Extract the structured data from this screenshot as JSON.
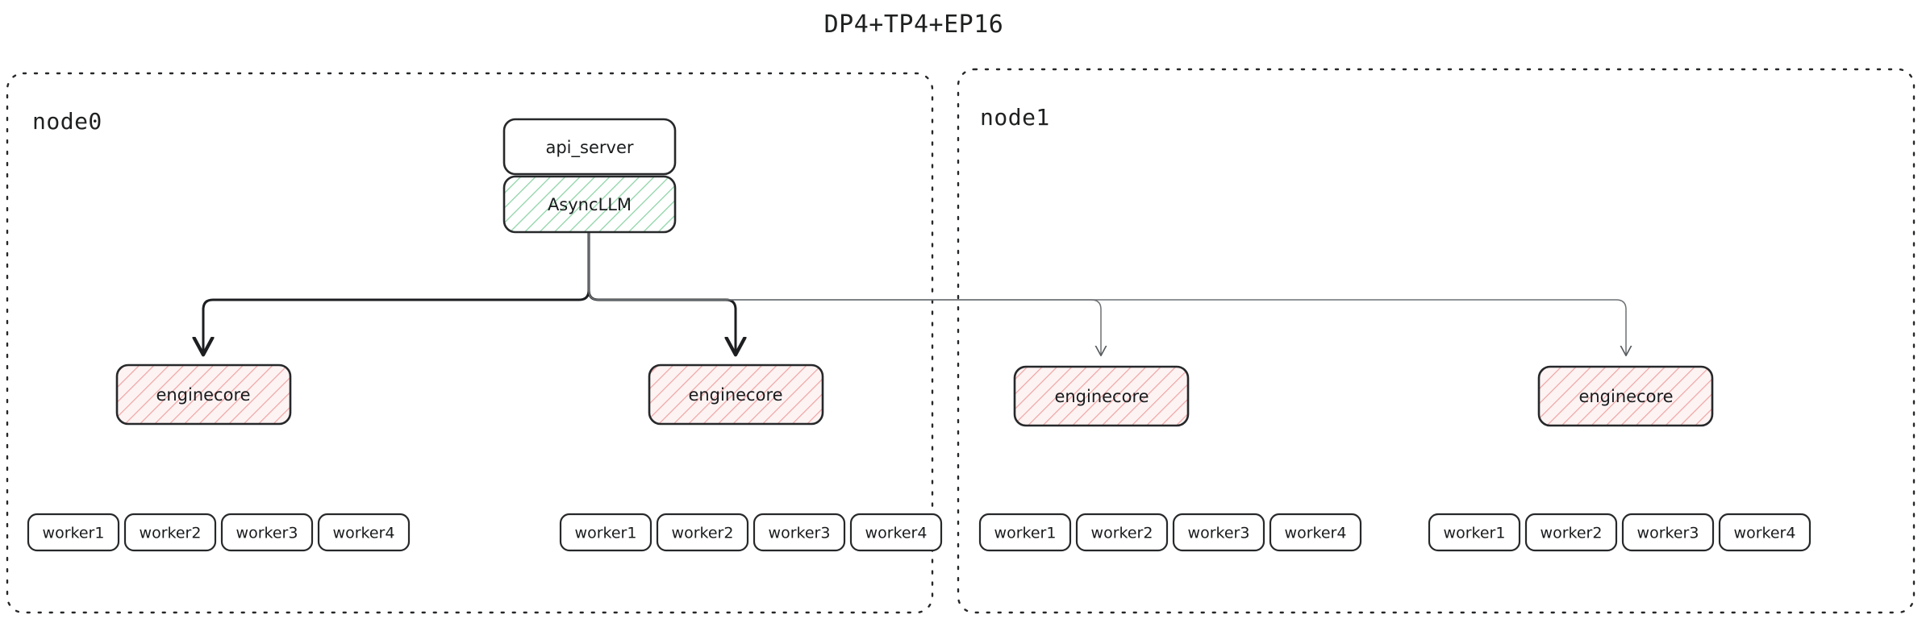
{
  "diagram": {
    "title": "DP4+TP4+EP16",
    "type": "flowchart",
    "colors": {
      "stroke": "#26282a",
      "hatch_green": "#8fd4a8",
      "hatch_pink": "#f0a0a0",
      "fill_pink_bg": "#fdf2f2",
      "fill_green_bg": "#ffffff",
      "edge_strong": "#1c1e20",
      "edge_weak": "#6d7174",
      "text": "#191b1d"
    },
    "clusters": [
      {
        "id": "node0",
        "label": "node0"
      },
      {
        "id": "node1",
        "label": "node1"
      }
    ],
    "nodes": {
      "api_server": {
        "label": "api_server",
        "style": "plain"
      },
      "async_llm": {
        "label": "AsyncLLM",
        "style": "green-hatch"
      },
      "enginecore_0": {
        "label": "enginecore",
        "style": "pink-hatch"
      },
      "enginecore_1": {
        "label": "enginecore",
        "style": "pink-hatch"
      },
      "enginecore_2": {
        "label": "enginecore",
        "style": "pink-hatch"
      },
      "enginecore_3": {
        "label": "enginecore",
        "style": "pink-hatch"
      }
    },
    "worker_groups": [
      {
        "id": "wg0",
        "cluster": "node0",
        "workers": [
          "worker1",
          "worker2",
          "worker3",
          "worker4"
        ]
      },
      {
        "id": "wg1",
        "cluster": "node0",
        "workers": [
          "worker1",
          "worker2",
          "worker3",
          "worker4"
        ]
      },
      {
        "id": "wg2",
        "cluster": "node1",
        "workers": [
          "worker1",
          "worker2",
          "worker3",
          "worker4"
        ]
      },
      {
        "id": "wg3",
        "cluster": "node1",
        "workers": [
          "worker1",
          "worker2",
          "worker3",
          "worker4"
        ]
      }
    ],
    "edges": [
      {
        "from": "async_llm",
        "to": "enginecore_0",
        "weight": "strong"
      },
      {
        "from": "async_llm",
        "to": "enginecore_1",
        "weight": "strong"
      },
      {
        "from": "async_llm",
        "to": "enginecore_2",
        "weight": "weak"
      },
      {
        "from": "async_llm",
        "to": "enginecore_3",
        "weight": "weak"
      }
    ]
  }
}
